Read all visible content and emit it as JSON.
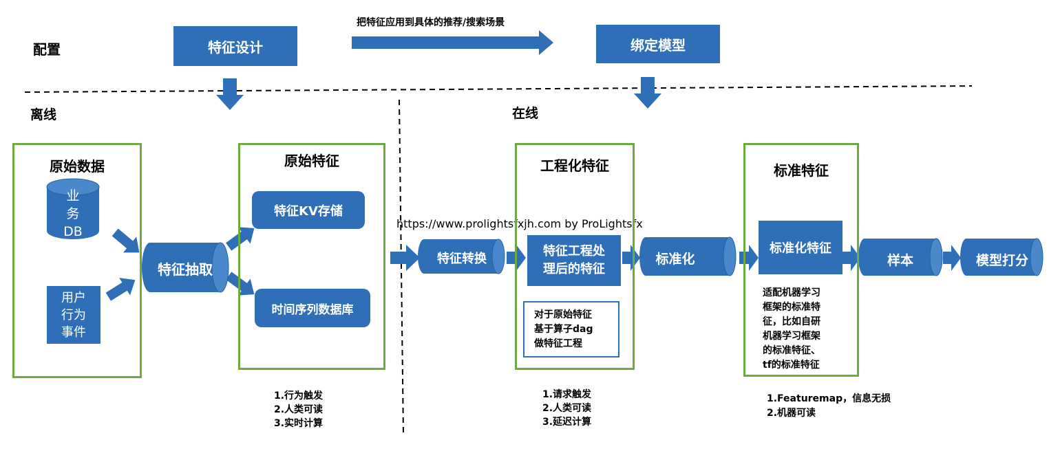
{
  "config_section": {
    "label": "配置",
    "feature_design": "特征设计",
    "apply_arrow_label": "把特征应用到具体的推荐/搜索场景",
    "bind_model": "绑定模型"
  },
  "offline_section": {
    "label": "离线",
    "raw_data": {
      "title": "原始数据",
      "business_db": [
        "业",
        "务",
        "DB"
      ],
      "user_events": [
        "用户",
        "行为",
        "事件"
      ]
    },
    "feature_extract": "特征抽取",
    "raw_features": {
      "title": "原始特征",
      "kv_store": "特征KV存储",
      "timeseries_db": "时间序列数据库"
    },
    "notes": [
      "1.行为触发",
      "2.人类可读",
      "3.实时计算"
    ]
  },
  "online_section": {
    "label": "在线",
    "feature_convert": "特征转换",
    "engineered": {
      "title": "工程化特征",
      "processed": [
        "特征工程处",
        "理后的特征"
      ],
      "desc": [
        "对于原始特征",
        "基于算子dag",
        "做特征工程"
      ]
    },
    "normalize": "标准化",
    "standard": {
      "title": "标准特征",
      "standardized": "标准化特征",
      "desc": [
        "适配机器学习",
        "框架的标准特",
        "征，比如自研",
        "机器学习框架",
        "的标准特征、",
        "tf的标准特征"
      ]
    },
    "sample": "样本",
    "model_scoring": "模型打分",
    "engineered_notes": [
      "1.请求触发",
      "2.人类可读",
      "3.延迟计算"
    ],
    "standard_notes": [
      "1.Featuremap，信息无损",
      "2.机器可读"
    ]
  },
  "watermark": "https://www.prolightsfxjh.com by ProLightsfx",
  "colors": {
    "shape_blue": "#2f6fb8",
    "frame_green": "#6eab3f",
    "text_white": "#ffffff"
  }
}
